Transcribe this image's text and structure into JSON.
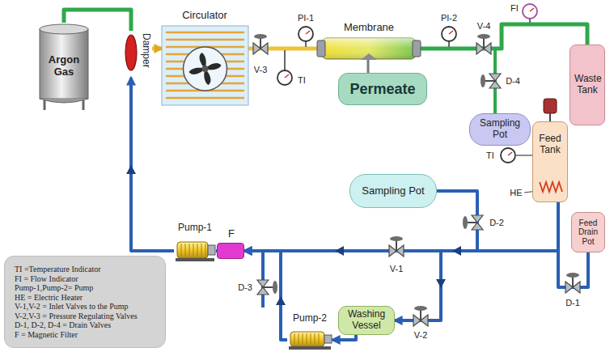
{
  "diagram": {
    "nodes": [
      {
        "text": [
          "Argon Gas"
        ]
      },
      {
        "text": [
          "Damper"
        ]
      },
      {
        "text": [
          "Circulator"
        ]
      },
      {
        "text": [
          "Membrane"
        ]
      },
      {
        "text": [
          "Permeate"
        ]
      },
      {
        "text": [
          "Sampling Pot"
        ]
      },
      {
        "text": [
          "Waste Tank"
        ]
      },
      {
        "text": [
          "Feed Tank"
        ]
      },
      {
        "text": [
          "Sampling Pot"
        ]
      },
      {
        "text": [
          "Feed Drain Pot"
        ]
      },
      {
        "text": [
          "Pump-1"
        ]
      },
      {
        "text": [
          "F"
        ]
      },
      {
        "text": [
          "Washing Vessel"
        ]
      },
      {
        "text": [
          "Pump-2"
        ]
      },
      {
        "text": [
          "TI =Temperature Indicator",
          "FI = Flow Indicator",
          "Pump-1,Pump-2= Pump",
          "HE = Electric Heater",
          "V-1,V-2 = Inlet Valves to the Pump",
          "V-2,V-3 = Pressure Regulating Valves",
          "D-1, D-2, D-4 = Drain Valves",
          "F = Magnetic Filter"
        ]
      }
    ],
    "edges": [
      {
        "from": 0,
        "to": 1,
        "arrow": "none"
      },
      {
        "from": 1,
        "to": 2,
        "arrow": "to"
      },
      {
        "from": 2,
        "to": 3,
        "arrow": "none"
      },
      {
        "from": 3,
        "to": 4,
        "arrow": "none"
      },
      {
        "from": 3,
        "to": 6,
        "arrow": "none"
      },
      {
        "from": 3,
        "to": 5,
        "arrow": "none"
      },
      {
        "from": 7,
        "to": 9,
        "arrow": "none"
      },
      {
        "from": 7,
        "to": 11,
        "arrow": "to"
      },
      {
        "from": 8,
        "to": 11,
        "arrow": "none"
      },
      {
        "from": 7,
        "to": 12,
        "arrow": "to"
      },
      {
        "from": 12,
        "to": 13,
        "arrow": "to"
      },
      {
        "from": 13,
        "to": 11,
        "arrow": "to"
      },
      {
        "from": 11,
        "to": 10,
        "arrow": "none"
      },
      {
        "from": 10,
        "to": 1,
        "arrow": "to"
      }
    ],
    "labels": [
      "PI-1",
      "TI",
      "V-3",
      "PI-2",
      "V-4",
      "D-4",
      "FI",
      "TI",
      "HE",
      "D-2",
      "V-1",
      "D-1",
      "D-3",
      "V-2"
    ]
  }
}
